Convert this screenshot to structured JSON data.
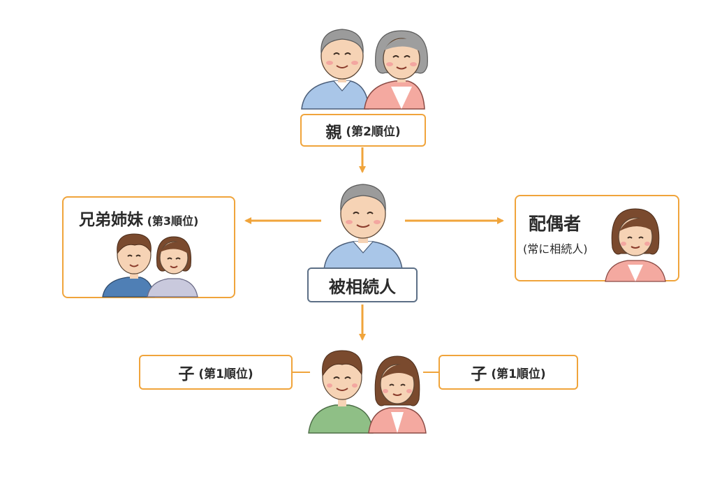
{
  "parents": {
    "title": "親",
    "rank": "(第2順位)"
  },
  "siblings": {
    "title": "兄弟姉妹",
    "rank": "(第3順位)"
  },
  "deceased": {
    "title": "被相続人"
  },
  "spouse": {
    "title": "配偶者",
    "note": "(常に相続人)"
  },
  "child_left": {
    "title": "子",
    "rank": "(第1順位)"
  },
  "child_right": {
    "title": "子",
    "rank": "(第1順位)"
  },
  "colors": {
    "accent": "#f0a43b",
    "center_border": "#5c6f86",
    "arrow": "#f0a43b",
    "shirt_blue": "#a9c6e8",
    "shirt_pink": "#f4a9a0",
    "shirt_green": "#8fbf86",
    "shirt_navy": "#4f7fb5",
    "shirt_lavender": "#c9c9dd"
  },
  "icons": [
    "grandfather-figure",
    "grandmother-figure",
    "deceased-elder-figure",
    "spouse-woman-figure",
    "brother-figure",
    "sister-figure",
    "son-figure",
    "daughter-figure"
  ]
}
